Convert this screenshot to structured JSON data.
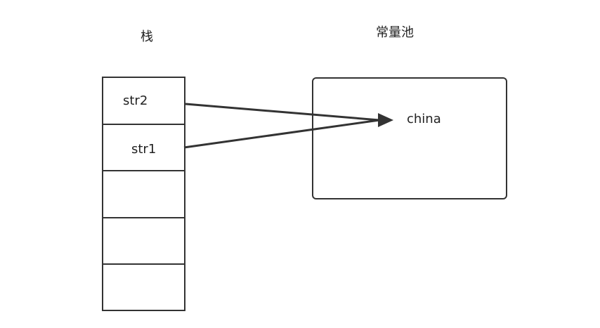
{
  "stack": {
    "title": "栈",
    "cells": [
      "str2",
      "str1",
      "",
      "",
      ""
    ]
  },
  "pool": {
    "title": "常量池",
    "value": "china"
  },
  "colors": {
    "stroke": "#333333",
    "background": "#ffffff"
  }
}
